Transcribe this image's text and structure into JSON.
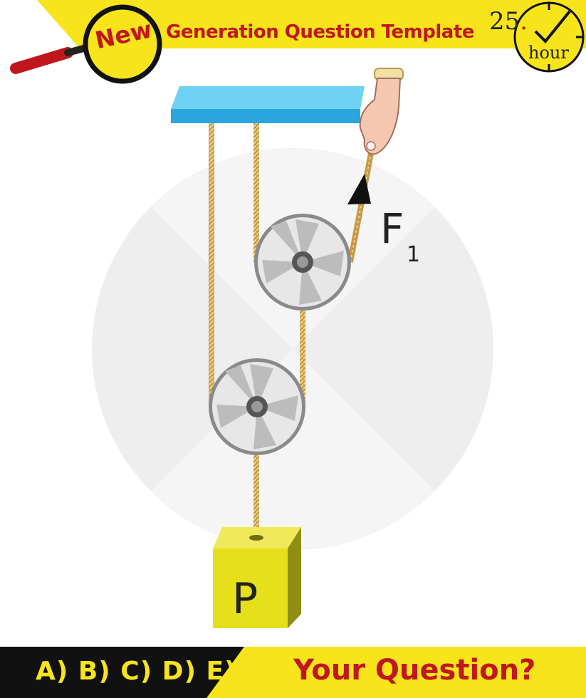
{
  "header": {
    "badge_label": "New",
    "title": "Generation Question Template",
    "timer_number": "25",
    "timer_dot": ".",
    "timer_unit": "hour"
  },
  "diagram": {
    "force_label": "F",
    "force_subscript": "1",
    "load_label": "P"
  },
  "footer": {
    "answer_options": "A) B) C) D) E)",
    "question_prompt": "Your Question?"
  },
  "colors": {
    "brand_yellow": "#f7e41b",
    "title_red": "#c0171d",
    "ceiling_blue": "#3fc0ec",
    "rope_tan": "#c79a45",
    "box_yellow": "#e6e01a",
    "footer_black": "#111111"
  },
  "icons": [
    "magnifier-icon",
    "hand-icon",
    "clock-check-icon",
    "pulley-icon",
    "arrow-icon"
  ]
}
